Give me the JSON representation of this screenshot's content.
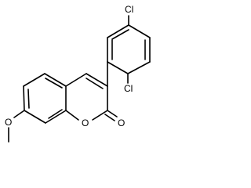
{
  "molecule": {
    "atoms": {
      "carbonyl_oxygen": "O",
      "ring_oxygen": "O",
      "methoxy_oxygen": "O",
      "chlorine_para": "Cl",
      "chlorine_ortho": "Cl"
    }
  }
}
